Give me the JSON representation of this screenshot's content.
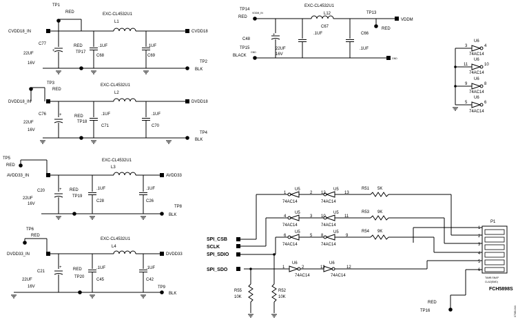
{
  "sch": {
    "tp1": "TP1",
    "red1": "RED",
    "l1_part": "EXC-CL4532U1",
    "l1": "L1",
    "cvdd_in": "CVDD18_IN",
    "cvdd": "CVDD18",
    "c77": "C77",
    "c77v": "22UF",
    "c77r": "16V",
    "tp17": "TP17",
    "red17": "RED",
    "c68v": ".1UF",
    "c68": "C68",
    "c69v": ".1UF",
    "c69": "C69",
    "tp2": "TP2",
    "blk2": "BLK",
    "tp3": "TP3",
    "red3": "RED",
    "l2_part": "EXC-CL4532U1",
    "l2": "L2",
    "dvdd_in": "DVDD18_IN",
    "dvdd": "DVDD18",
    "c76": "C76",
    "c76v": "22UF",
    "c76r": "16V",
    "tp18": "TP18",
    "red18": "RED",
    "c71v": ".1UF",
    "c71": "C71",
    "c70v": ".1UF",
    "c70": "C70",
    "tp4": "TP4",
    "blk4": "BLK",
    "tp5": "TP5",
    "red5": "RED",
    "l3_part": "EXC-CL4532U1",
    "l3": "L3",
    "avdd_in": "AVDD33_IN",
    "avdd": "AVDD33",
    "c20": "C20",
    "c20v": "22UF",
    "c20r": "16V",
    "tp19": "TP19",
    "red19": "RED",
    "c28v": ".1UF",
    "c28": "C28",
    "c26v": ".1UF",
    "c26": "C26",
    "tp8": "TP8",
    "blk8": "BLK",
    "tp6": "TP6",
    "red6": "RED",
    "l4_part": "EXC-CL4532U1",
    "l4": "L4",
    "dvdd33_in": "DVDD33_IN",
    "dvdd33": "DVDD33",
    "c21": "C21",
    "c21v": "22UF",
    "c21r": "16V",
    "tp20": "TP20",
    "red20": "RED",
    "c45v": ".1UF",
    "c45": "C45",
    "c42v": ".1UF",
    "c42": "C42",
    "tp9": "TP9",
    "blk9": "BLK",
    "tp14": "TP14",
    "red14": "RED",
    "vddm_in": "VDDM_IN",
    "l12_part": "EXC-CL4532U1",
    "l12": "L12",
    "tp13": "TP13",
    "red13": "RED",
    "vddm": "VDDM",
    "c48": "C48",
    "c48v": "22UF",
    "c48r": "16V",
    "c67v": ".1UF",
    "c67": "C67",
    "c66": "C66",
    "c66v": ".1UF",
    "tp15": "TP15",
    "black15": "BLACK",
    "gnd": "GND",
    "u6": "U6",
    "u6part": "74AC14",
    "u6a_in": "3",
    "u6a_out": "4",
    "u6b_in": "11",
    "u6b_out": "10",
    "u6c_in": "9",
    "u6c_out": "8",
    "u6d_in": "5",
    "u6d_out": "6",
    "u5": "U5",
    "u5part": "74AC14",
    "u5a_in": "2",
    "u5a_out": "1",
    "u5b_out": "12",
    "u5b_in": "13",
    "u5c_in": "4",
    "u5c_out": "3",
    "u5d_out": "10",
    "u5d_in": "11",
    "u5e_in": "6",
    "u5e_out": "5",
    "u5f_out": "8",
    "u5f_in": "9",
    "u6e_in": "1",
    "u6e_out": "2",
    "u6f_in": "13",
    "u6f_out": "12",
    "r51": "R51",
    "r51v": "5K",
    "r53": "R53",
    "r53v": "9K",
    "r54": "R54",
    "r54v": "9K",
    "r55": "R55",
    "r55v": "10K",
    "r52": "R52",
    "r52v": "10K",
    "spi_cs": "SPI_CSB",
    "sclk": "SCLK",
    "spi_sdio": "SPI_SDIO",
    "spi_sdo": "SPI_SDO",
    "p1": "P1",
    "p1_pins": [
      "1",
      "2",
      "3",
      "4",
      "5",
      "6"
    ],
    "p1_part": "FCH5898S",
    "p1_note1": "TAMB SNAP",
    "p1_note2": "CLA2(SMD)",
    "tp16": "TP16",
    "red16": "RED",
    "fig_id": "07080-044"
  }
}
